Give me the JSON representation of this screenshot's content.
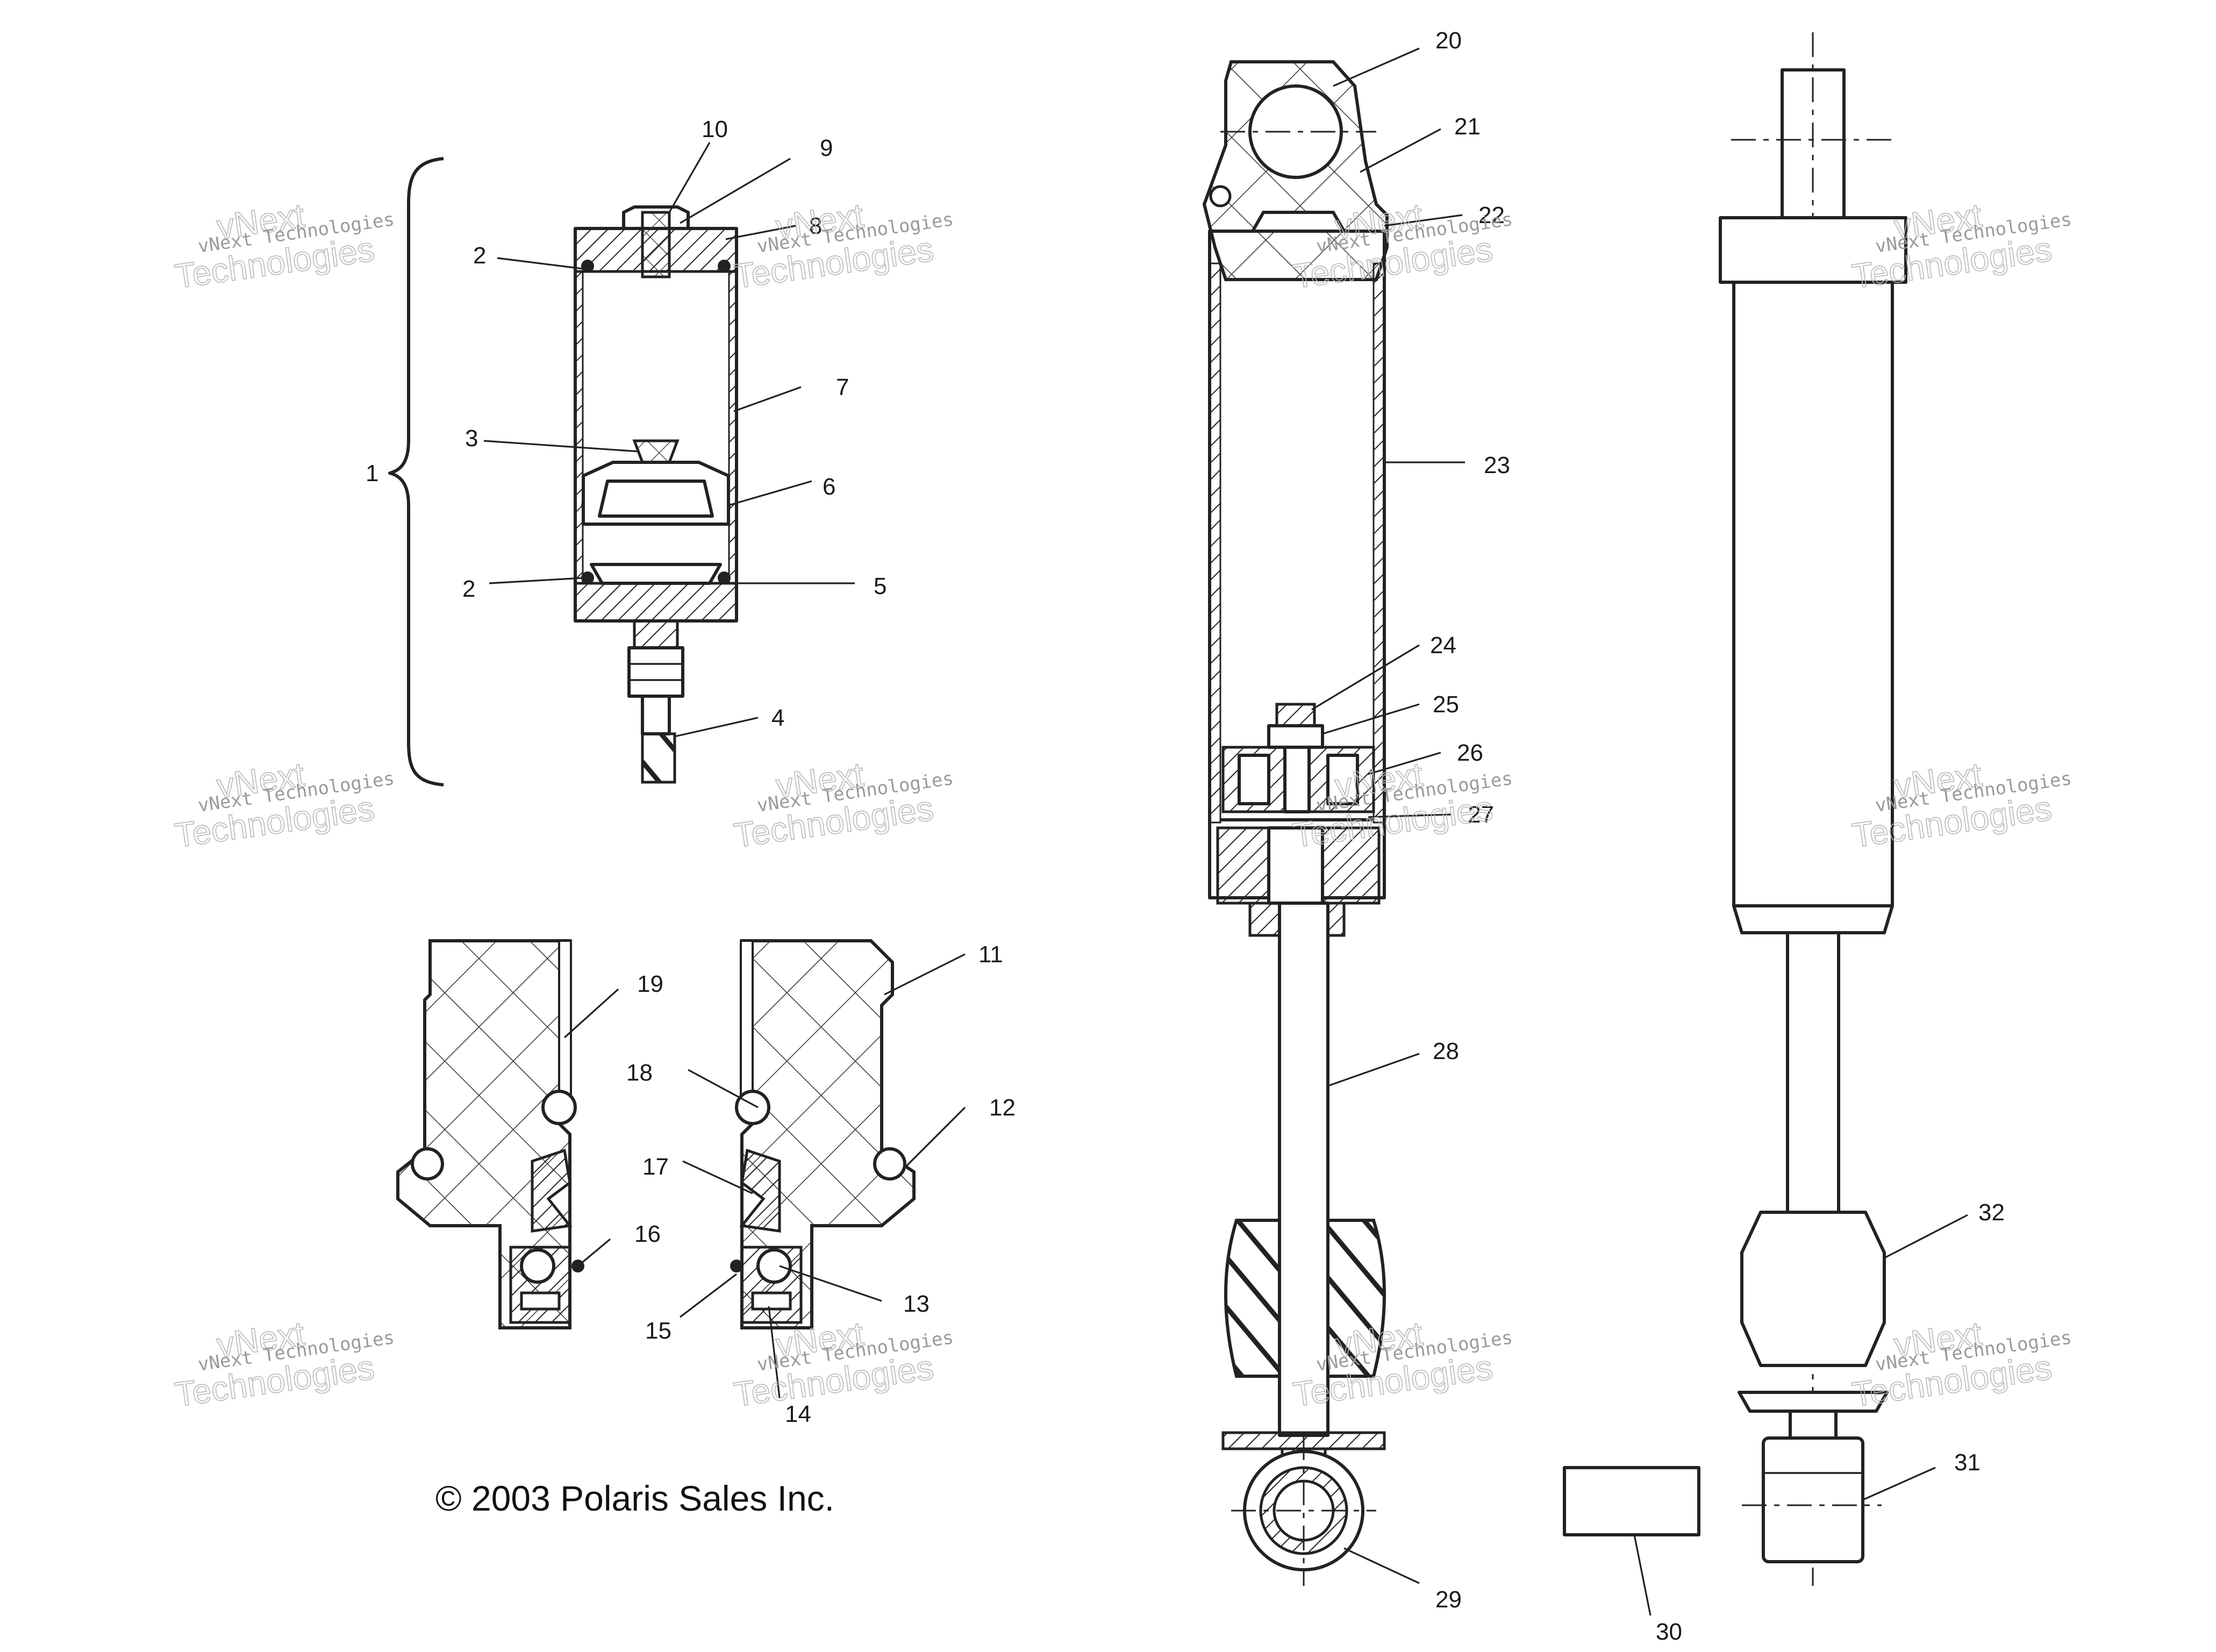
{
  "copyright": "© 2003 Polaris Sales Inc.",
  "watermark": {
    "line1": "vNext Technologies",
    "line2": "Technologies",
    "word": "vNext"
  },
  "callouts": [
    "1",
    "2",
    "2",
    "3",
    "4",
    "5",
    "6",
    "7",
    "8",
    "9",
    "10",
    "11",
    "12",
    "13",
    "14",
    "15",
    "16",
    "17",
    "18",
    "19",
    "20",
    "21",
    "22",
    "23",
    "24",
    "25",
    "26",
    "27",
    "28",
    "29",
    "30",
    "31",
    "32"
  ]
}
